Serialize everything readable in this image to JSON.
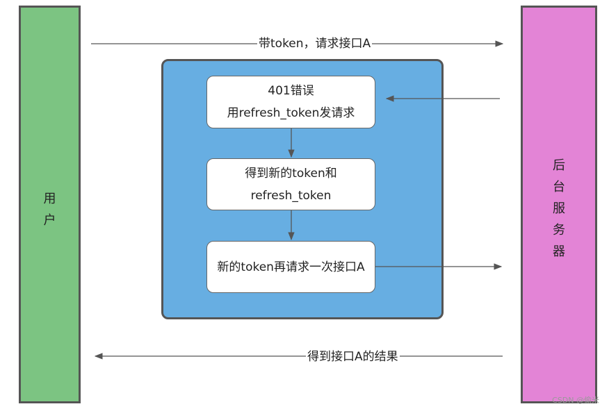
{
  "lanes": {
    "user": {
      "label": "用\n户",
      "color": "#7cc482"
    },
    "server": {
      "label": "后\n台\n服\n务\n器",
      "color": "#e384d6"
    }
  },
  "process": {
    "color": "#67aee2",
    "steps": [
      {
        "text": "401错误\n用refresh_token发请求"
      },
      {
        "text": "得到新的token和\nrefresh_token"
      },
      {
        "text": "新的token再请求一次接口A"
      }
    ]
  },
  "messages": {
    "request": "带token，请求接口A",
    "result": "得到接口A的结果"
  },
  "watermark": "CSDN @偷米"
}
